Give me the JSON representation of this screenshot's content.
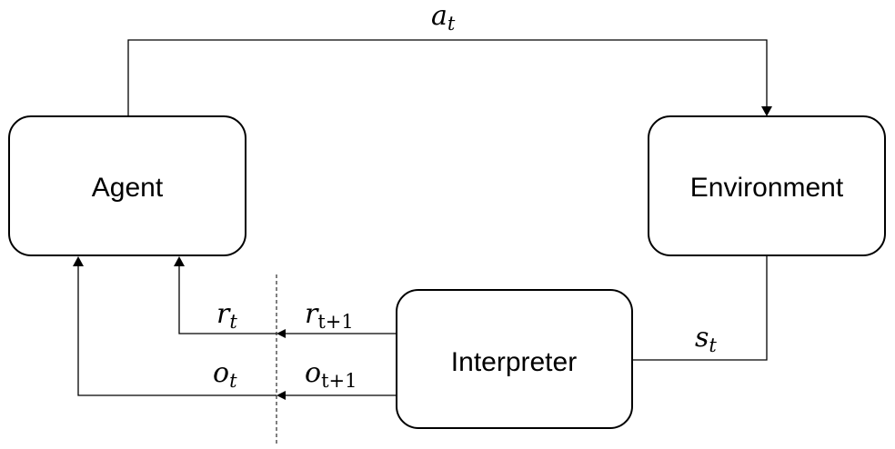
{
  "nodes": {
    "agent": {
      "label": "Agent"
    },
    "environment": {
      "label": "Environment"
    },
    "interpreter": {
      "label": "Interpreter"
    }
  },
  "edges": {
    "action": {
      "var": "a",
      "sub": "t"
    },
    "state": {
      "var": "s",
      "sub": "t"
    },
    "reward_in": {
      "var": "r",
      "sub": "t+1"
    },
    "reward_out": {
      "var": "r",
      "sub": "t"
    },
    "obs_in": {
      "var": "o",
      "sub": "t+1"
    },
    "obs_out": {
      "var": "o",
      "sub": "t"
    }
  }
}
